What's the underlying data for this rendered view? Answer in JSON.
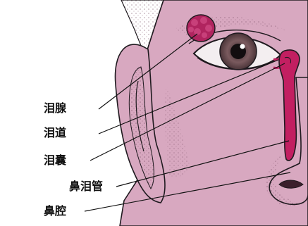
{
  "labels": {
    "lacrimal_gland": "泪腺",
    "lacrimal_duct": "泪道",
    "lacrimal_sac": "泪囊",
    "nasolacrimal_duct": "鼻泪管",
    "nasal_cavity": "鼻腔"
  },
  "colors": {
    "skin": "#d8a8c0",
    "skin_dark": "#b77f9b",
    "outline": "#1f1a1f",
    "gland": "#b0245f",
    "duct": "#c21f61",
    "iris": "#7a5a5e",
    "background": "#ffffff"
  }
}
